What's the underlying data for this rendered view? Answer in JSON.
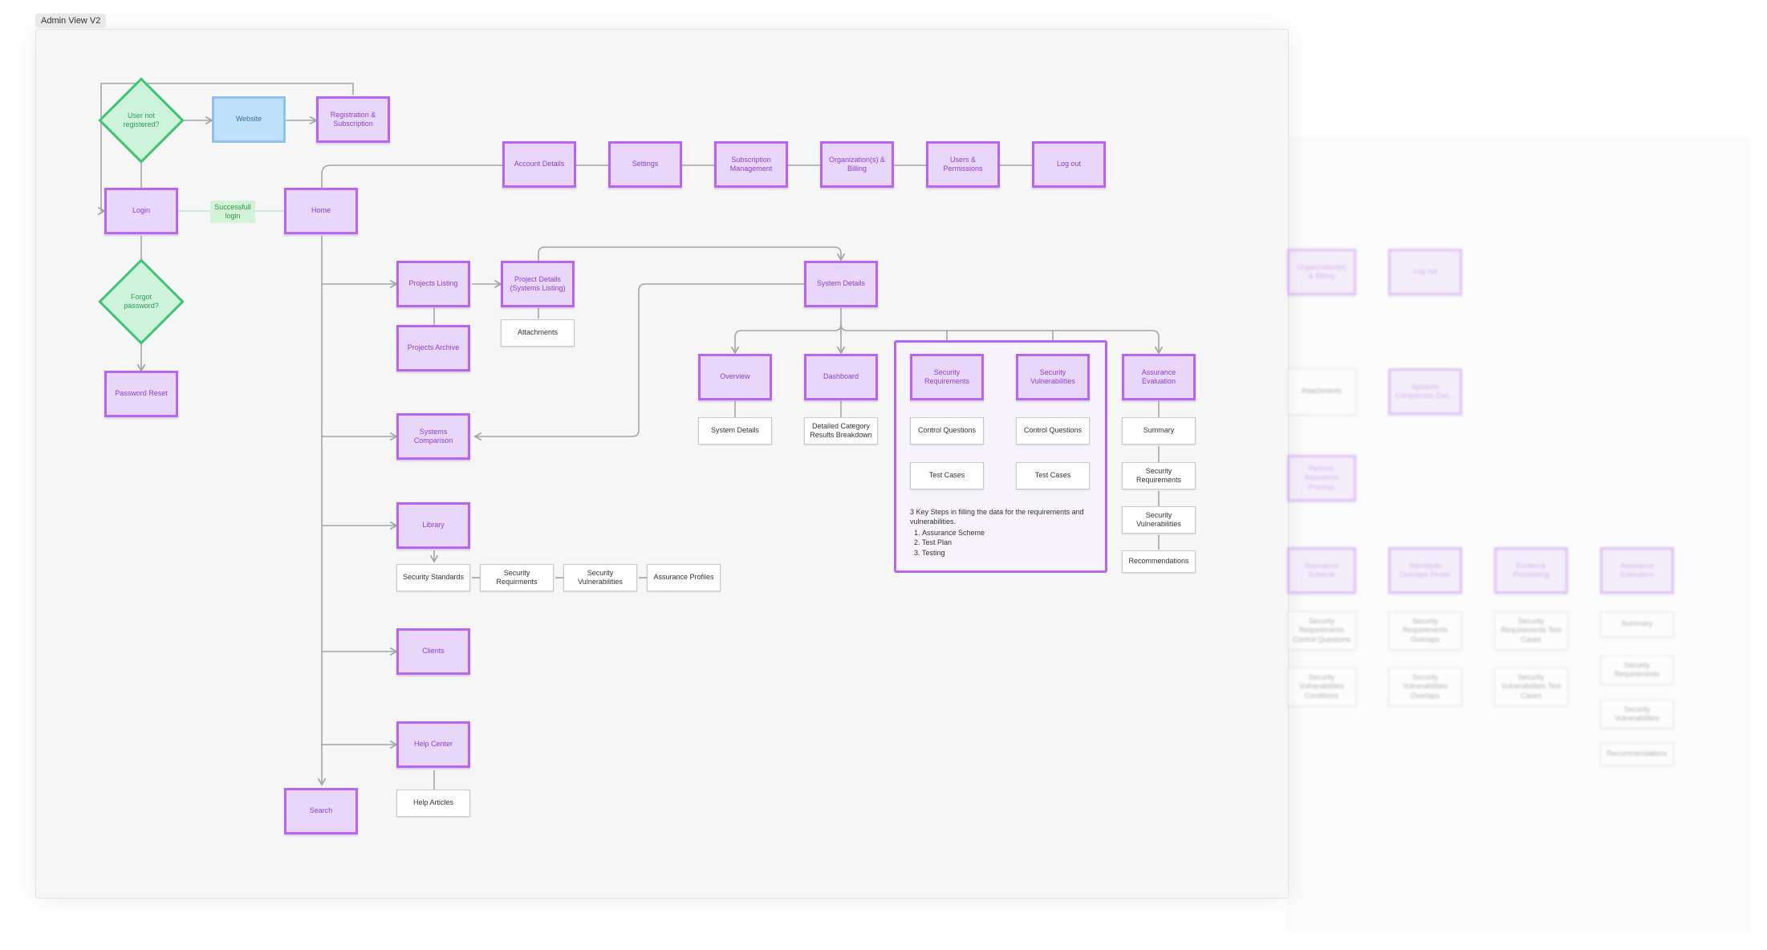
{
  "frame": {
    "label": "Admin View V2"
  },
  "nodes": {
    "user_not_registered": "User not registered?",
    "website": "Website",
    "registration": "Registration & Subscription",
    "login": "Login",
    "successful_login": "Successfull login",
    "home": "Home",
    "forgot_password": "Forgot password?",
    "password_reset": "Password Reset",
    "account_details": "Account Details",
    "settings": "Settings",
    "subscription_management": "Subscription Management",
    "organization_billing": "Organization(s) & Billing",
    "users_permissions": "Users & Permissions",
    "log_out": "Log out",
    "projects_listing": "Projects Listing",
    "project_details": "Project Details (Systems Listing)",
    "attachments": "Attachments",
    "projects_archive": "Projects Archive",
    "system_details": "System Details",
    "overview": "Overview",
    "dashboard": "Dashboard",
    "security_requirements": "Security Requirements",
    "security_vulnerabilities": "Security Vulnerabilities",
    "assurance_evaluation": "Assurance Evaluation",
    "overview_system_details": "System Details",
    "dashboard_breakdown": "Detailed Category Results Breakdown",
    "req_control_questions": "Control Questions",
    "req_test_cases": "Test Cases",
    "vul_control_questions": "Control Questions",
    "vul_test_cases": "Test Cases",
    "ae_summary": "Summary",
    "ae_security_requirements": "Security Requirements",
    "ae_security_vulnerabilities": "Security Vulnerabilities",
    "ae_recommendations": "Recommendations",
    "systems_comparison": "Systems Comparison",
    "library": "Library",
    "lib_security_standards": "Security Standards",
    "lib_security_requirements": "Security Requirments",
    "lib_security_vulnerabilities": "Security Vulnerabilities",
    "lib_assurance_profiles": "Assurance Profiles",
    "clients": "Clients",
    "help_center": "Help Center",
    "search": "Search",
    "help_articles": "Help Articles"
  },
  "note": {
    "title": "3 Key Steps in filling the data for the requirements and vulnerabilities.",
    "steps": [
      "Assurance Scheme",
      "Test Plan",
      "Testing"
    ]
  },
  "background_frame": {
    "nodes": {
      "org_billing": "Organization(s) & Billing",
      "log_out": "Log out",
      "attachments": "Attachments",
      "systems_comparison": "Systems Comparison Das...",
      "assurance_process": "Perform Assurance Process",
      "assurance_scheme": "Assurance Scheme",
      "standards_overlaps": "Standards Overlaps Finder",
      "evidence_processing": "Evidence Processing",
      "assurance_evaluation": "Assurance Evaluation",
      "sr_control_questions": "Security Requirements Control Questions",
      "sv_conditions": "Security Vulnerabilities Conditions",
      "sr_overlaps": "Security Requirements Overlaps",
      "sv_overlaps": "Security Vulnerabilities Overlaps",
      "sr_test_cases": "Security Requirements Test Cases",
      "sv_test_cases": "Security Vulnerabilities Test Cases",
      "summary": "Summary",
      "security_requirements": "Security Requirements",
      "security_vulnerabilities": "Security Vulnerabilities",
      "recommendations": "Recommendations"
    }
  },
  "colors": {
    "node_fill": "#e8d7fb",
    "node_border": "#b667ee",
    "node_text": "#8d3ed6",
    "decision_fill": "#cdf4db",
    "decision_border": "#41c374",
    "website_fill": "#bfe0fb",
    "connector": "#a4a4aa"
  }
}
